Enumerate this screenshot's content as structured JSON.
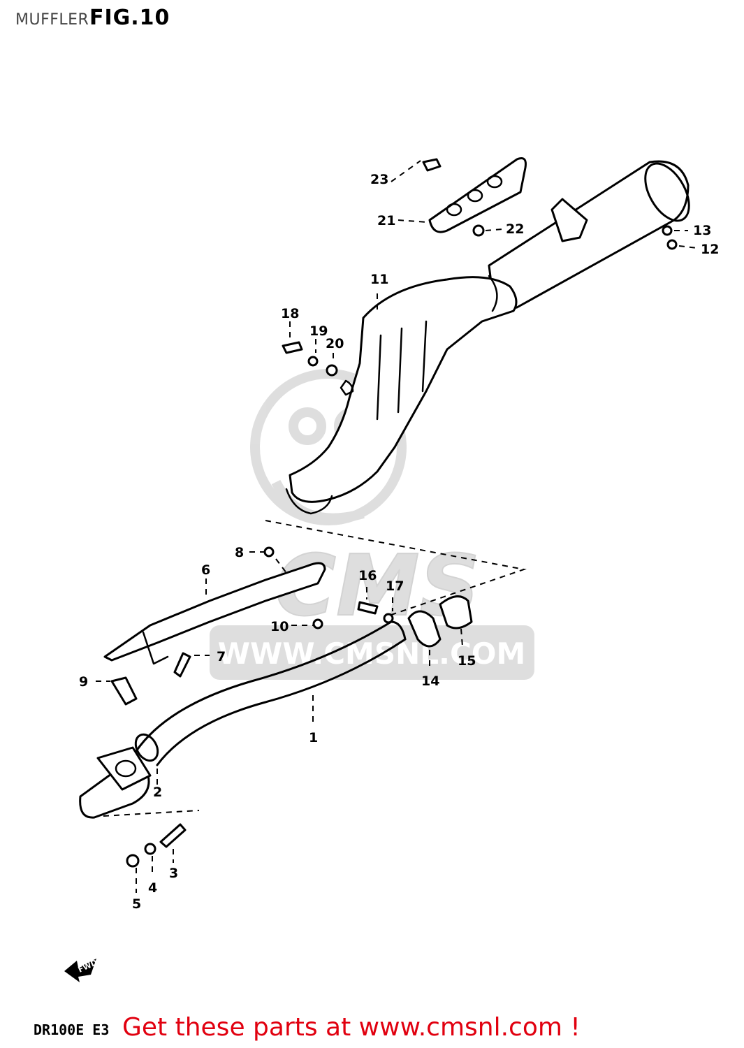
{
  "header": {
    "page_title": "MUFFLER",
    "figure_label": "FIG.10"
  },
  "watermark": {
    "brand": "CMS",
    "url": "WWW.CMSNL.COM"
  },
  "fwd_label": "FWD",
  "footer": {
    "model_code": "DR100E E3",
    "cta_text": "Get these parts at www.cmsnl.com !"
  },
  "parts": [
    {
      "num": "1"
    },
    {
      "num": "2"
    },
    {
      "num": "3"
    },
    {
      "num": "4"
    },
    {
      "num": "5"
    },
    {
      "num": "6"
    },
    {
      "num": "7"
    },
    {
      "num": "8"
    },
    {
      "num": "9"
    },
    {
      "num": "10"
    },
    {
      "num": "11"
    },
    {
      "num": "12"
    },
    {
      "num": "13"
    },
    {
      "num": "14"
    },
    {
      "num": "15"
    },
    {
      "num": "16"
    },
    {
      "num": "17"
    },
    {
      "num": "18"
    },
    {
      "num": "19"
    },
    {
      "num": "20"
    },
    {
      "num": "21"
    },
    {
      "num": "22"
    },
    {
      "num": "23"
    }
  ],
  "colors": {
    "cta": "#e1000f",
    "watermark": "#d9d9d9",
    "line": "#000000"
  }
}
